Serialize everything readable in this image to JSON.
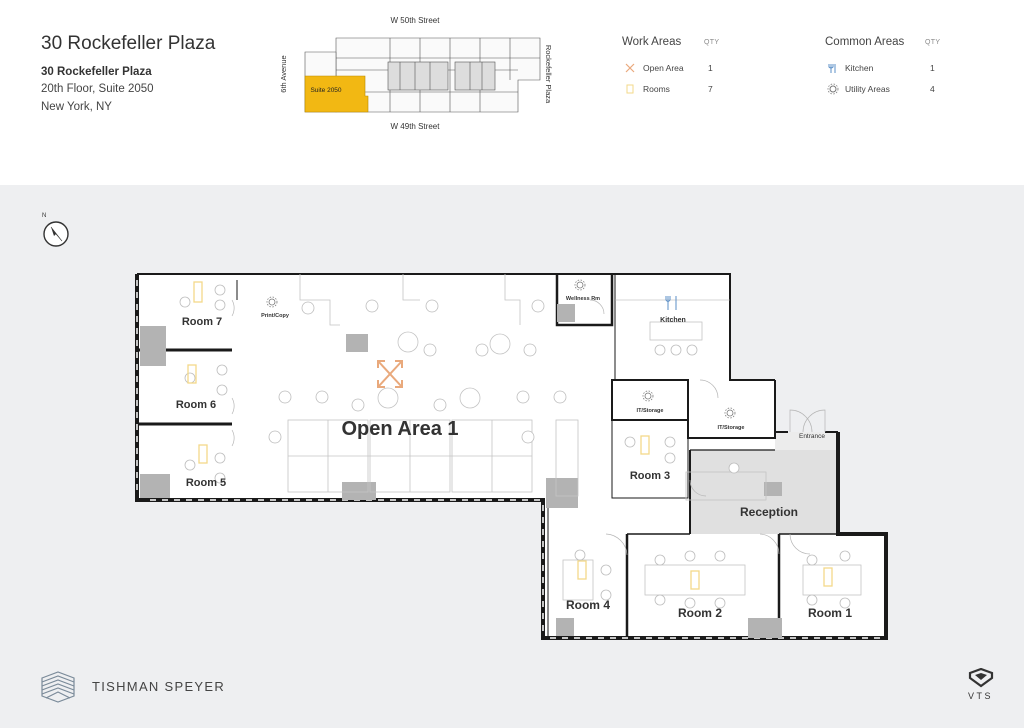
{
  "building": {
    "title": "30 Rockefeller Plaza",
    "name": "30 Rockefeller Plaza",
    "suite": "20th Floor, Suite 2050",
    "city": "New York, NY"
  },
  "keyplan": {
    "north_street": "W 50th Street",
    "south_street": "W 49th Street",
    "west_street": "6th Avenue",
    "east_street": "Rockefeller Plaza",
    "highlight_label": "Suite 2050",
    "highlight_color": "#f2b813"
  },
  "legend": {
    "work_areas_title": "Work Areas",
    "common_areas_title": "Common Areas",
    "qty_header": "QTY",
    "work_areas": [
      {
        "label": "Open Area",
        "qty": "1",
        "icon": "open-area-icon"
      },
      {
        "label": "Rooms",
        "qty": "7",
        "icon": "room-icon"
      }
    ],
    "common_areas": [
      {
        "label": "Kitchen",
        "qty": "1",
        "icon": "kitchen-icon"
      },
      {
        "label": "Utility Areas",
        "qty": "4",
        "icon": "gear-icon"
      }
    ]
  },
  "plan": {
    "open_area": "Open Area 1",
    "rooms": [
      "Room 1",
      "Room 2",
      "Room 3",
      "Room 4",
      "Room 5",
      "Room 6",
      "Room 7"
    ],
    "kitchen": "Kitchen",
    "wellness": "Wellness Rm",
    "print_copy": "Print/Copy",
    "it_storage_1": "IT/Storage",
    "it_storage_2": "IT/Storage",
    "reception": "Reception",
    "entrance": "Entrance",
    "colors": {
      "wall": "#1a1a1a",
      "room_item": "#f3d98a",
      "open_area_icon": "#e9a97c",
      "reception_fill": "#e0e0e0"
    }
  },
  "footer": {
    "brand": "TISHMAN SPEYER",
    "partner": "VTS"
  }
}
